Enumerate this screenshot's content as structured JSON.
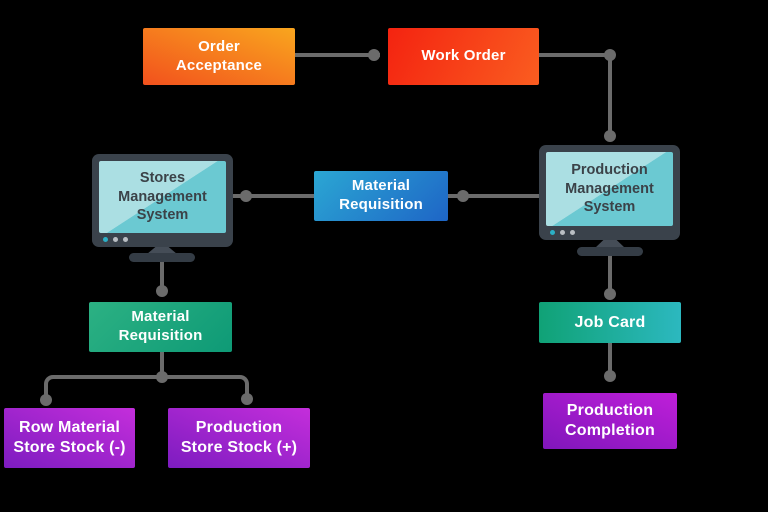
{
  "canvas": {
    "background": "#000000",
    "connector_color": "#6b6b6b"
  },
  "nodes": {
    "order_acceptance": {
      "label": "Order\nAcceptance",
      "gradient_start": "#f2511d",
      "gradient_end": "#f9a61e",
      "text_color": "#ffffff"
    },
    "work_order": {
      "label": "Work Order",
      "gradient_start": "#f42310",
      "gradient_end": "#fa5d20",
      "text_color": "#ffffff"
    },
    "material_requisition_mid": {
      "label": "Material\nRequisition",
      "gradient_start": "#2ba7d3",
      "gradient_end": "#1e65c6",
      "text_color": "#ffffff"
    },
    "material_requisition_left": {
      "label": "Material\nRequisition",
      "gradient_start": "#2cb183",
      "gradient_end": "#0e9a76",
      "text_color": "#ffffff"
    },
    "row_material_store_stock": {
      "label": "Row Material\nStore Stock (-)",
      "gradient_start": "#c42edb",
      "gradient_end": "#7d1cc0",
      "text_color": "#ffffff"
    },
    "production_store_stock": {
      "label": "Production\nStore Stock (+)",
      "gradient_start": "#c42edb",
      "gradient_end": "#7d1cc0",
      "text_color": "#ffffff"
    },
    "job_card": {
      "label": "Job Card",
      "gradient_start": "#10a276",
      "gradient_end": "#2cb8bf",
      "text_color": "#ffffff"
    },
    "production_completion": {
      "label": "Production\nCompletion",
      "gradient_start": "#bf1fd9",
      "gradient_end": "#8016bb",
      "text_color": "#ffffff"
    }
  },
  "monitors": {
    "stores": {
      "label": "Stores\nManagement\nSystem",
      "frame_color": "#3a424b",
      "screen_light": "#abdfe3",
      "screen_dark": "#6bc9d2",
      "text_color": "#3b4248"
    },
    "production": {
      "label": "Production\nManagement\nSystem",
      "frame_color": "#3a424b",
      "screen_light": "#abdfe3",
      "screen_dark": "#6bc9d2",
      "text_color": "#3b4248"
    }
  }
}
